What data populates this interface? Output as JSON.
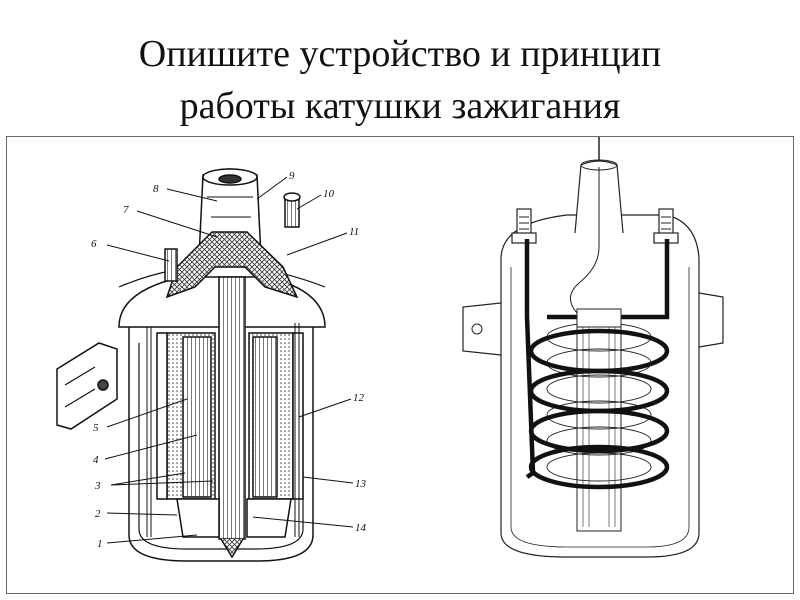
{
  "slide": {
    "title_line1": "Опишите устройство и принцип",
    "title_line2": "работы катушки зажигания"
  },
  "diagram": {
    "callouts": [
      "8",
      "9",
      "10",
      "7",
      "11",
      "6",
      "12",
      "5",
      "4",
      "3",
      "13",
      "2",
      "14",
      "1"
    ]
  }
}
